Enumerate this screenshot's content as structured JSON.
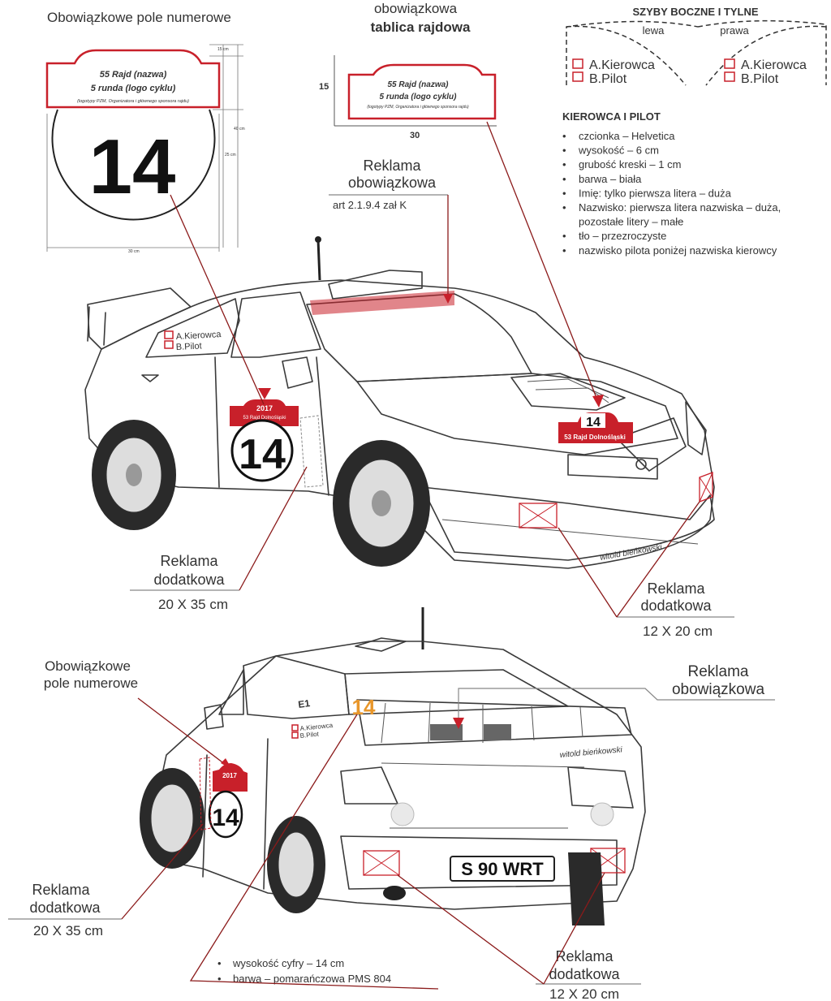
{
  "top_left": {
    "heading": "Obowiązkowe  pole numerowe",
    "plate_line1": "55 Rajd (nazwa)",
    "plate_line2": "5 runda (logo cyklu)",
    "plate_line3": "(logotypy PZM, Organizatora i głównego sponsora rajdu)",
    "number": "14",
    "dim_15": "15 cm",
    "dim_40": "40 cm",
    "dim_25": "25 cm",
    "dim_30": "30 cm"
  },
  "top_middle": {
    "heading_line1": "obowiązkowa",
    "heading_line2": "tablica rajdowa",
    "plate_line1": "55 Rajd (nazwa)",
    "plate_line2": "5 runda (logo cyklu)",
    "plate_line3": "(logotypy PZM, Organizatora i głównego sponsora rajdu)",
    "height_label": "15",
    "width_label": "30"
  },
  "side_windows": {
    "heading": "SZYBY BOCZNE I TYLNE",
    "left_label": "lewa",
    "right_label": "prawa",
    "left_driver": "A.Kierowca",
    "left_pilot": "B.Pilot",
    "right_driver": "A.Kierowca",
    "right_pilot": "B.Pilot"
  },
  "crew": {
    "heading": "KIEROWCA I PILOT",
    "items": [
      "czcionka – Helvetica",
      "wysokość – 6 cm",
      "grubość kreski – 1 cm",
      "barwa – biała",
      "Imię: tylko pierwsza litera – duża",
      "Nazwisko: pierwsza litera nazwiska – duża,",
      "pozostałe litery – małe",
      "tło – przezroczyste",
      "nazwisko pilota poniżej nazwiska kierowcy"
    ]
  },
  "front_car": {
    "ad_top_line1": "Reklama",
    "ad_top_line2": "obowiązkowa",
    "ad_top_ref": "art 2.1.9.4  zał K",
    "door_driver": "A.Kierowca",
    "door_pilot": "B.Pilot",
    "door_number": "14",
    "door_plate_year": "2017",
    "door_plate_text": "53 Rajd Dolnośląski",
    "hood_number": "14",
    "hood_plate_text": "53 Rajd Dolnośląski",
    "ad_side_line1": "Reklama",
    "ad_side_line2": "dodatkowa",
    "ad_side_size": "20 X 35 cm",
    "ad_front_line1": "Reklama",
    "ad_front_line2": "dodatkowa",
    "ad_front_size": "12 X 20 cm",
    "signature": "witold bieńkowski"
  },
  "rear_car": {
    "number_field_line1": "Obowiązkowe",
    "number_field_line2": "pole numerowe",
    "ad_top_line1": "Reklama",
    "ad_top_line2": "obowiązkowa",
    "window_number": "14",
    "door_driver": "A.Kierowca",
    "door_pilot": "B.Pilot",
    "door_number": "14",
    "door_plate_year": "2017",
    "roof_code": "E1",
    "license_plate": "S 90 WRT",
    "ad_side_line1": "Reklama",
    "ad_side_line2": "dodatkowa",
    "ad_side_size": "20 X 35 cm",
    "ad_rear_line1": "Reklama",
    "ad_rear_line2": "dodatkowa",
    "ad_rear_size": "12 X 20 cm",
    "notes": [
      "wysokość cyfry – 14 cm",
      "barwa – pomarańczowa PMS 804"
    ],
    "signature": "witold bieńkowski"
  },
  "colors": {
    "accent_red": "#c8202a",
    "number_orange": "#e8962a",
    "line_dark": "#3a3a3a"
  }
}
